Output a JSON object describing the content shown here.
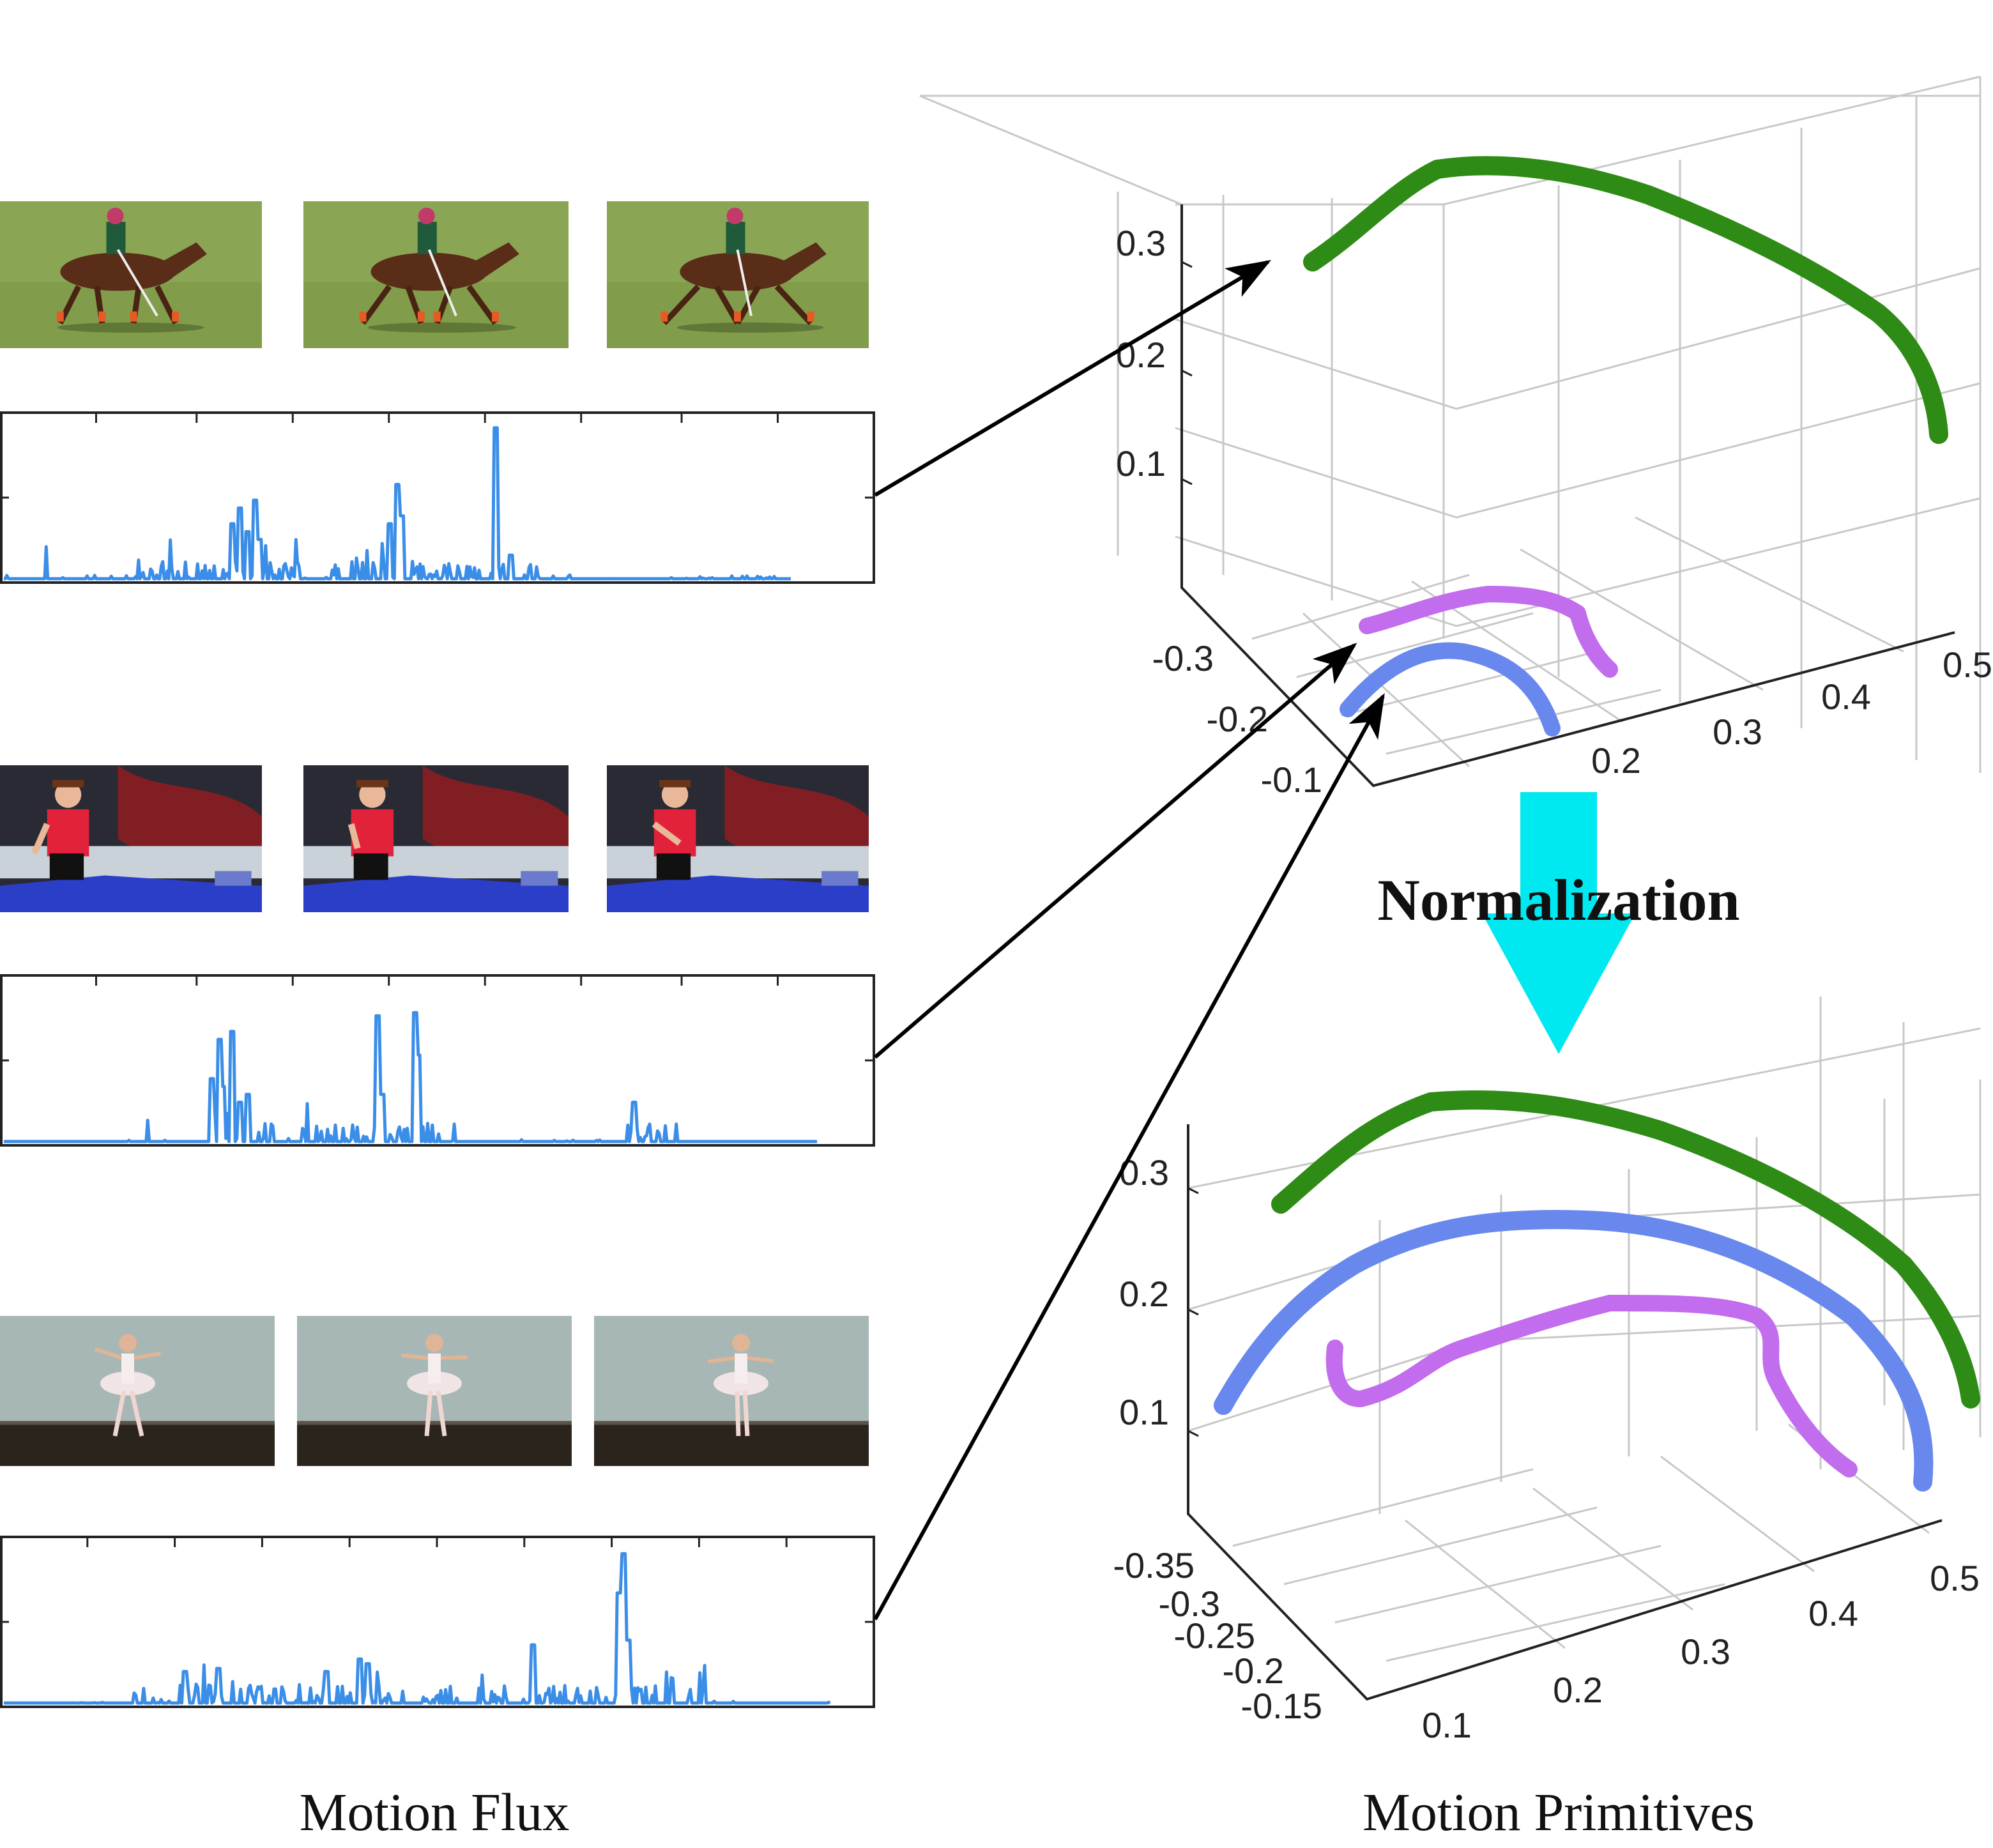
{
  "colors": {
    "flux_line": "#3b8ee8",
    "green": "#2e8b16",
    "blue": "#6888ee",
    "violet": "#c26cee",
    "arrow_big": "#00e8f0",
    "grid": "#c8c8c8",
    "axis": "#222222"
  },
  "rows": [
    {
      "subject": "polo horse rider",
      "frames": [
        {
          "scene": "horse",
          "sky": "#8ea85a",
          "ground": "#7f9c4c",
          "variant": 0
        },
        {
          "scene": "horse",
          "sky": "#8ea85a",
          "ground": "#7f9c4c",
          "variant": 1
        },
        {
          "scene": "horse",
          "sky": "#8ea85a",
          "ground": "#7f9c4c",
          "variant": 2
        }
      ]
    },
    {
      "subject": "table tennis player",
      "frames": [
        {
          "scene": "tennis",
          "variant": 0
        },
        {
          "scene": "tennis",
          "variant": 1
        },
        {
          "scene": "tennis",
          "variant": 2
        }
      ]
    },
    {
      "subject": "ballet dancer",
      "frames": [
        {
          "scene": "ballet",
          "variant": 0
        },
        {
          "scene": "ballet",
          "variant": 1
        },
        {
          "scene": "ballet",
          "variant": 2
        }
      ]
    }
  ],
  "top_plot": {
    "z_ticks": [
      "0.3",
      "0.2",
      "0.1"
    ],
    "y_ticks": [
      "-0.3",
      "-0.2",
      "-0.1"
    ],
    "x_ticks": [
      "0.2",
      "0.3",
      "0.4",
      "0.5"
    ]
  },
  "bottom_plot": {
    "z_ticks": [
      "0.3",
      "0.2",
      "0.1"
    ],
    "y_ticks": [
      "-0.35",
      "-0.3",
      "-0.25",
      "-0.2",
      "-0.15"
    ],
    "x_ticks": [
      "0.1",
      "0.2",
      "0.3",
      "0.4",
      "0.5"
    ]
  },
  "normalization_label": "Normalization",
  "captions": {
    "left": "Motion Flux",
    "right": "Motion Primitives"
  }
}
